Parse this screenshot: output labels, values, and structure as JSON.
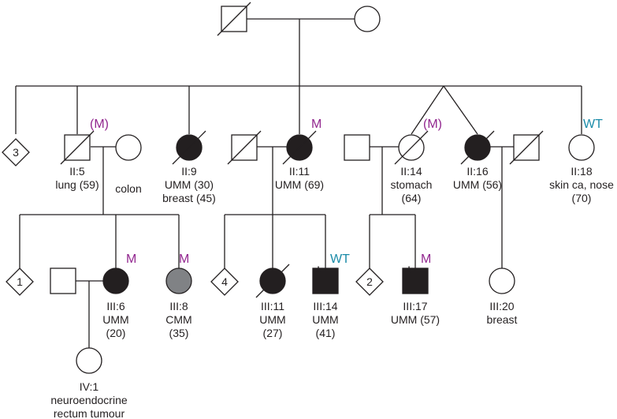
{
  "colors": {
    "line": "#231f20",
    "affected": "#231f20",
    "cmm": "#808285",
    "mutation": "#92278f",
    "wildtype": "#1a8ba8"
  },
  "individuals": {
    "I1": {
      "sex": "male",
      "deceased": true,
      "fill": "none"
    },
    "I2": {
      "sex": "female",
      "deceased": false,
      "fill": "none"
    },
    "G3": {
      "sex": "unknown",
      "count": "3"
    },
    "II5": {
      "sex": "male",
      "deceased": true,
      "fill": "none",
      "status": "(M)",
      "status_type": "mutation",
      "label": [
        "II:5",
        "lung (59)"
      ]
    },
    "II5sp": {
      "sex": "female",
      "deceased": false,
      "fill": "none",
      "label": [
        "colon"
      ]
    },
    "II9": {
      "sex": "female",
      "deceased": true,
      "fill": "affected",
      "label": [
        "II:9",
        "UMM (30)",
        "breast (45)"
      ]
    },
    "II11sp": {
      "sex": "male",
      "deceased": true,
      "fill": "none"
    },
    "II11": {
      "sex": "female",
      "deceased": true,
      "fill": "affected",
      "status": "M",
      "status_type": "mutation",
      "label": [
        "II:11",
        "UMM (69)"
      ]
    },
    "II14sp": {
      "sex": "male",
      "deceased": false,
      "fill": "none"
    },
    "II14": {
      "sex": "female",
      "deceased": true,
      "fill": "none",
      "status": "(M)",
      "status_type": "mutation",
      "label": [
        "II:14",
        "stomach",
        "(64)"
      ]
    },
    "II16": {
      "sex": "female",
      "deceased": true,
      "fill": "affected",
      "label": [
        "II:16",
        "UMM (56)"
      ]
    },
    "II16sp": {
      "sex": "male",
      "deceased": true,
      "fill": "none"
    },
    "II18": {
      "sex": "female",
      "deceased": false,
      "fill": "none",
      "status": "WT",
      "status_type": "wildtype",
      "label": [
        "II:18",
        "skin ca, nose",
        "(70)"
      ]
    },
    "G1": {
      "sex": "unknown",
      "count": "1"
    },
    "III6sp": {
      "sex": "male",
      "deceased": false,
      "fill": "none"
    },
    "III6": {
      "sex": "female",
      "deceased": false,
      "fill": "affected",
      "status": "M",
      "status_type": "mutation",
      "label": [
        "III:6",
        "UMM",
        "(20)"
      ]
    },
    "III8": {
      "sex": "female",
      "deceased": false,
      "fill": "cmm",
      "status": "M",
      "status_type": "mutation",
      "label": [
        "III:8",
        "CMM",
        "(35)"
      ]
    },
    "G4": {
      "sex": "unknown",
      "count": "4"
    },
    "III11": {
      "sex": "female",
      "deceased": true,
      "fill": "affected",
      "label": [
        "III:11",
        "UMM",
        "(27)"
      ]
    },
    "III14": {
      "sex": "male",
      "deceased": false,
      "fill": "affected",
      "proband": "*",
      "status": "WT",
      "status_type": "wildtype",
      "label": [
        "III:14",
        "UMM",
        "(41)"
      ]
    },
    "G2": {
      "sex": "unknown",
      "count": "2"
    },
    "III17": {
      "sex": "male",
      "deceased": false,
      "fill": "affected",
      "proband": "*",
      "status": "M",
      "status_type": "mutation",
      "label": [
        "III:17",
        "UMM (57)"
      ]
    },
    "III20": {
      "sex": "female",
      "deceased": false,
      "fill": "none",
      "label": [
        "III:20",
        "breast"
      ]
    },
    "IV1": {
      "sex": "female",
      "deceased": false,
      "fill": "none",
      "label": [
        "IV:1",
        "neuroendocrine",
        "rectum tumour"
      ]
    }
  }
}
